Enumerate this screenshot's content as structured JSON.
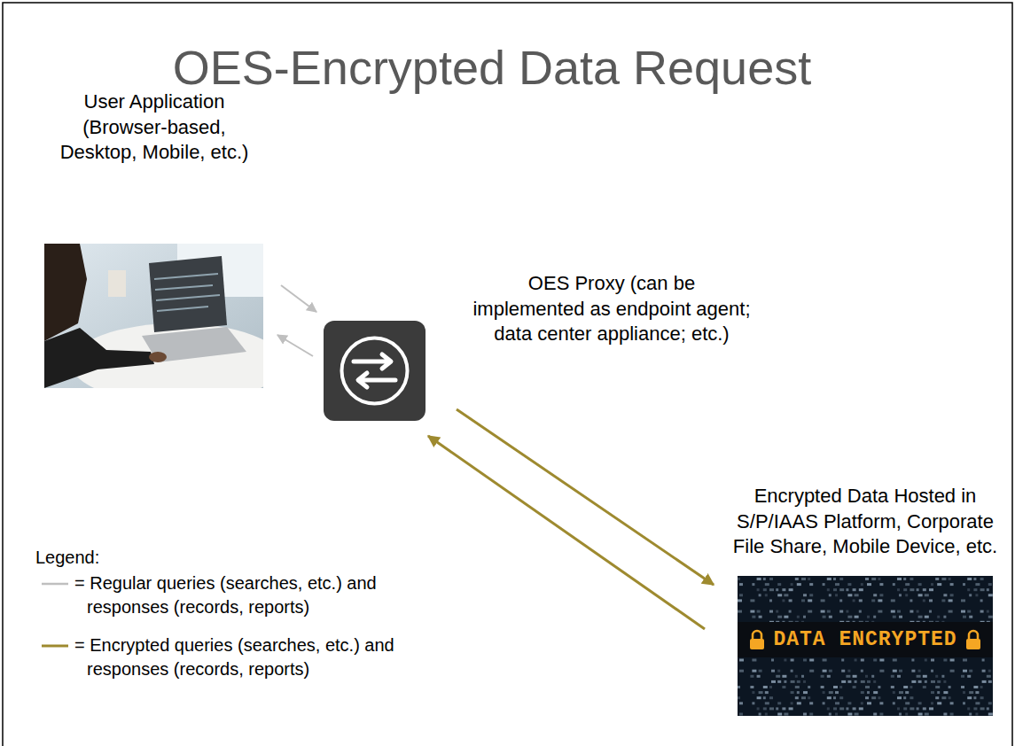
{
  "diagram": {
    "title": "OES-Encrypted Data Request",
    "nodes": [
      {
        "text": [
          "User Application (Browser-based, Desktop, Mobile, etc.)"
        ]
      },
      {
        "text": [
          "OES Proxy (can be implemented as endpoint agent; data center appliance; etc.)"
        ]
      },
      {
        "text": [
          "Encrypted Data Hosted in S/P/IAAS Platform, Corporate File Share, Mobile Device, etc.",
          "DATA ENCRYPTED"
        ]
      }
    ],
    "edges": [
      {
        "from": 0,
        "to": 1,
        "arrow": "to"
      },
      {
        "from": 1,
        "to": 0,
        "arrow": "to"
      },
      {
        "from": 1,
        "to": 2,
        "arrow": "to"
      },
      {
        "from": 2,
        "to": 1,
        "arrow": "to"
      }
    ],
    "labels": [
      "Legend:"
    ],
    "legend": [
      {
        "text": "= Regular queries (searches, etc.) and responses (records, reports)"
      },
      {
        "text": "= Encrypted queries (searches, etc.) and responses (records, reports)"
      }
    ]
  }
}
